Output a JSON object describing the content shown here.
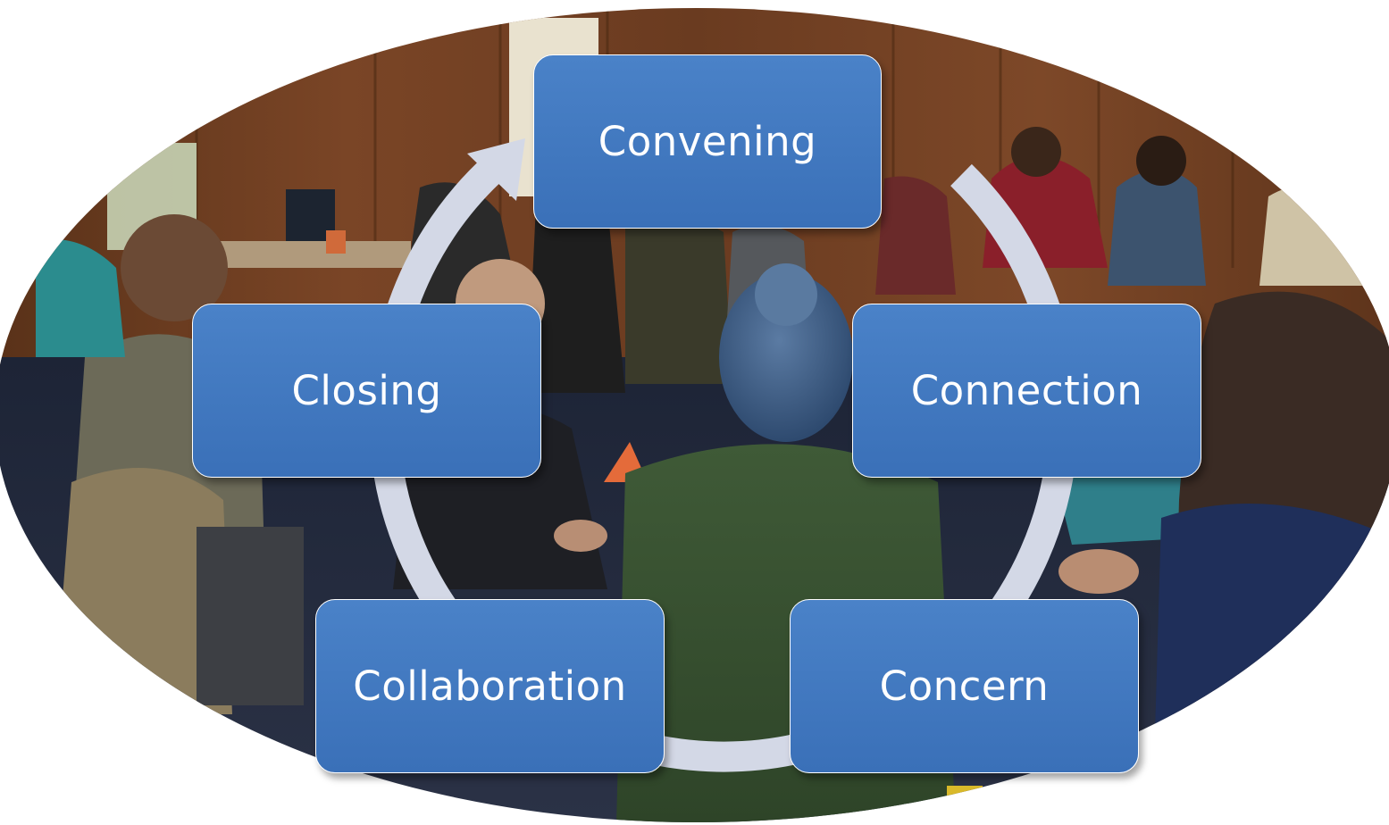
{
  "diagram": {
    "stages": [
      {
        "label": "Convening"
      },
      {
        "label": "Connection"
      },
      {
        "label": "Concern"
      },
      {
        "label": "Collaboration"
      },
      {
        "label": "Closing"
      }
    ]
  },
  "colors": {
    "box_fill": "#3f77bf",
    "box_text": "#ffffff",
    "cycle_arrow": "#d3d8e6",
    "photo_wall": "#6e3f22"
  },
  "background_photo": {
    "shape": "ellipse",
    "content_icon": "group-circle-photo-icon"
  }
}
